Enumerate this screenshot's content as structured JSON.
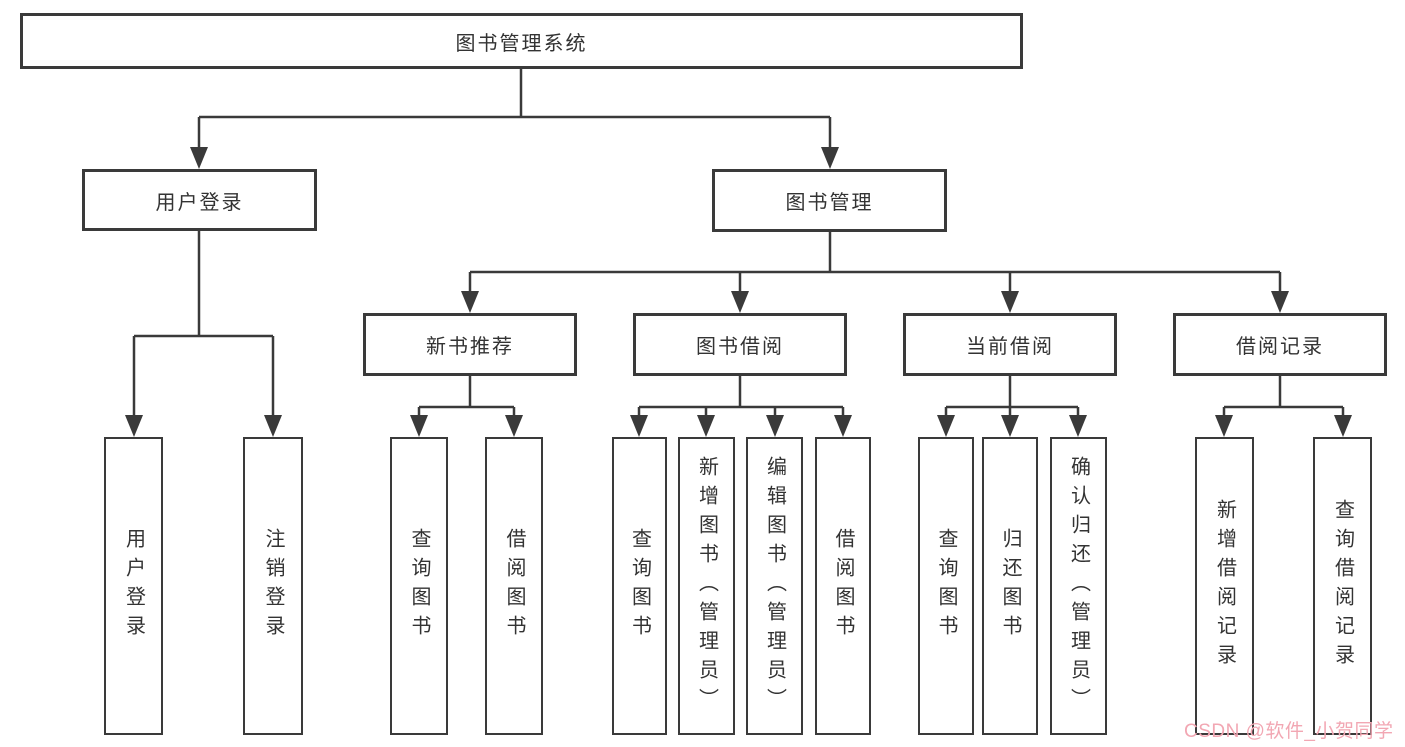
{
  "diagram": {
    "title": "图书管理系统",
    "nodes": {
      "root": "图书管理系统",
      "user_login": "用户登录",
      "book_mgmt": "图书管理",
      "new_book_rec": "新书推荐",
      "book_borrow": "图书借阅",
      "current_borrow": "当前借阅",
      "borrow_record": "借阅记录",
      "ul_login": "用户登录",
      "ul_logout": "注销登录",
      "nbr_query": "查询图书",
      "nbr_borrow": "借阅图书",
      "bb_query": "查询图书",
      "bb_add": "新增图书（管理员）",
      "bb_edit": "编辑图书（管理员）",
      "bb_borrow": "借阅图书",
      "cb_query": "查询图书",
      "cb_return": "归还图书",
      "cb_confirm": "确认归还（管理员）",
      "br_add": "新增借阅记录",
      "br_query": "查询借阅记录"
    },
    "edges": [
      [
        "图书管理系统",
        "用户登录"
      ],
      [
        "图书管理系统",
        "图书管理"
      ],
      [
        "用户登录",
        "用户登录"
      ],
      [
        "用户登录",
        "注销登录"
      ],
      [
        "图书管理",
        "新书推荐"
      ],
      [
        "图书管理",
        "图书借阅"
      ],
      [
        "图书管理",
        "当前借阅"
      ],
      [
        "图书管理",
        "借阅记录"
      ],
      [
        "新书推荐",
        "查询图书"
      ],
      [
        "新书推荐",
        "借阅图书"
      ],
      [
        "图书借阅",
        "查询图书"
      ],
      [
        "图书借阅",
        "新增图书（管理员）"
      ],
      [
        "图书借阅",
        "编辑图书（管理员）"
      ],
      [
        "图书借阅",
        "借阅图书"
      ],
      [
        "当前借阅",
        "查询图书"
      ],
      [
        "当前借阅",
        "归还图书"
      ],
      [
        "当前借阅",
        "确认归还（管理员）"
      ],
      [
        "借阅记录",
        "新增借阅记录"
      ],
      [
        "借阅记录",
        "查询借阅记录"
      ]
    ]
  },
  "watermark": "CSDN @软件_小贺同学",
  "colors": {
    "line": "#3a3a3a",
    "box_border": "#3a3a3a",
    "text": "#333333",
    "watermark": "#f2a7b3",
    "background": "#ffffff"
  }
}
